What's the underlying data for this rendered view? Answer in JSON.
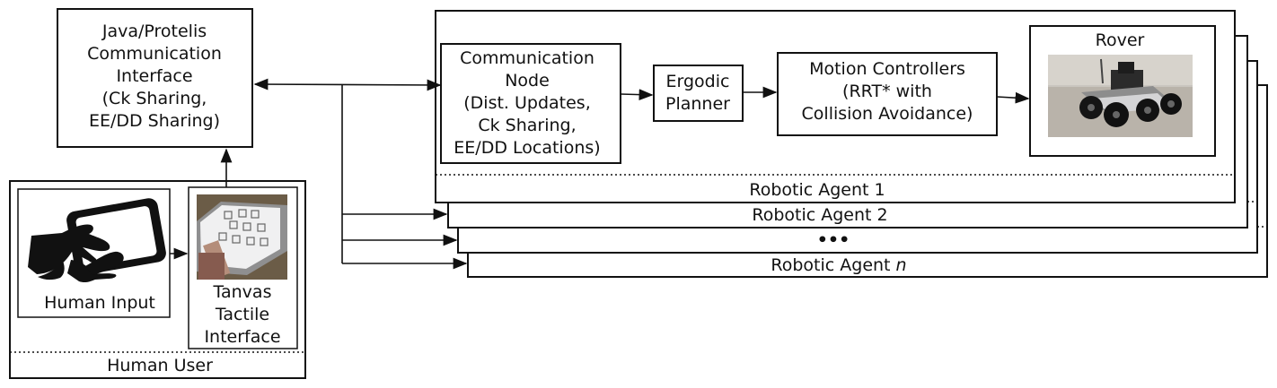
{
  "communication_interface": {
    "lines": [
      "Java/Protelis",
      "Communication",
      "Interface",
      "(Ck Sharing,",
      "EE/DD Sharing)"
    ]
  },
  "human_user": {
    "label": "Human User",
    "human_input_label": "Human Input",
    "tanvas_lines": [
      "Tanvas",
      "Tactile",
      "Interface"
    ]
  },
  "robot_agent": {
    "communication_node_lines": [
      "Communication",
      "Node",
      "(Dist. Updates,",
      "Ck Sharing,",
      "EE/DD Locations)"
    ],
    "planner_lines": [
      "Ergodic",
      "Planner"
    ],
    "motion_lines": [
      "Motion Controllers",
      "(RRT* with",
      "Collision Avoidance)"
    ],
    "rover_label": "Rover"
  },
  "agents": {
    "agent_1": "Robotic Agent 1",
    "agent_2": "Robotic Agent 2",
    "agent_ellipsis": "•••",
    "agent_n_prefix": "Robotic Agent ",
    "agent_n_suffix": "n"
  }
}
